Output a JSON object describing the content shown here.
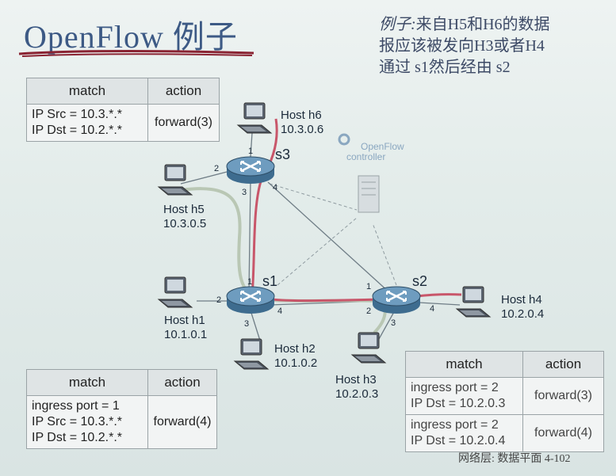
{
  "title": "OpenFlow 例子",
  "description": {
    "line1_italic": "例子:",
    "line1_rest": "来自H5和H6的数据",
    "line2": "报应该被发向H3或者H4",
    "line3": "通过 s1然后经由 s2"
  },
  "tables": {
    "s3": {
      "headers": [
        "match",
        "action"
      ],
      "match_lines": [
        "IP Src = 10.3.*.*",
        "IP Dst = 10.2.*.*"
      ],
      "action": "forward(3)"
    },
    "s1": {
      "headers": [
        "match",
        "action"
      ],
      "match_lines": [
        "ingress port = 1",
        "IP Src = 10.3.*.*",
        "IP Dst = 10.2.*.*"
      ],
      "action": "forward(4)"
    },
    "s2": {
      "headers": [
        "match",
        "action"
      ],
      "rows": [
        {
          "match_lines": [
            "ingress port = 2",
            "IP Dst = 10.2.0.3"
          ],
          "action": "forward(3)"
        },
        {
          "match_lines": [
            "ingress port = 2",
            "IP Dst = 10.2.0.4"
          ],
          "action": "forward(4)"
        }
      ]
    }
  },
  "hosts": {
    "h6": {
      "name": "Host h6",
      "ip": "10.3.0.6"
    },
    "h5": {
      "name": "Host h5",
      "ip": "10.3.0.5"
    },
    "h1": {
      "name": "Host h1",
      "ip": "10.1.0.1"
    },
    "h2": {
      "name": "Host h2",
      "ip": "10.1.0.2"
    },
    "h3": {
      "name": "Host h3",
      "ip": "10.2.0.3"
    },
    "h4": {
      "name": "Host h4",
      "ip": "10.2.0.4"
    }
  },
  "switches": {
    "s1": "s1",
    "s2": "s2",
    "s3": "s3"
  },
  "ports": {
    "s3_1": "1",
    "s3_2": "2",
    "s3_3": "3",
    "s3_4": "4",
    "s1_1": "1",
    "s1_2": "2",
    "s1_3": "3",
    "s1_4": "4",
    "s2_1": "1",
    "s2_2": "2",
    "s2_3": "3",
    "s2_4": "4"
  },
  "controller": {
    "line1": "OpenFlow",
    "line2": "controller"
  },
  "footer": "网络层: 数据平面 4-102",
  "colors": {
    "h6_path": "#c8566a",
    "h5_path": "#b9c7b4",
    "title": "#3d5a85",
    "underline": "#8a2433"
  }
}
